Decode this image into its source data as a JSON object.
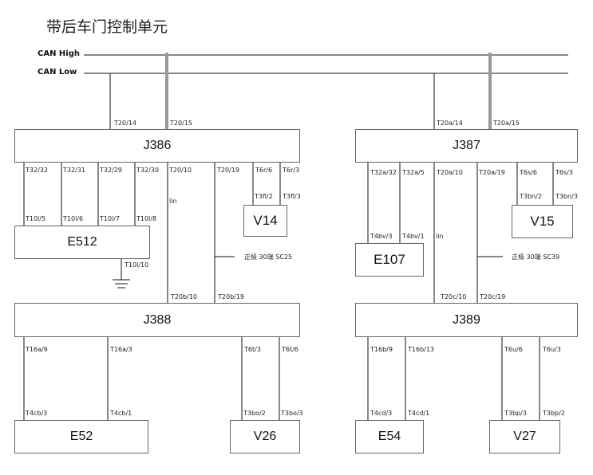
{
  "title": "带后车门控制单元",
  "bus": {
    "can_high": "CAN High",
    "can_low": "CAN Low"
  },
  "modules": {
    "j386": "J386",
    "j387": "J387",
    "j388": "J388",
    "j389": "J389",
    "e512": "E512",
    "v14": "V14",
    "e107": "E107",
    "v15": "V15",
    "e52": "E52",
    "v26": "V26",
    "e54": "E54",
    "v27": "V27"
  },
  "pins": {
    "t20_14": "T20/14",
    "t20_15": "T20/15",
    "t20a_14": "T20a/14",
    "t20a_15": "T20a/15",
    "t32_32": "T32/32",
    "t32_31": "T32/31",
    "t32_29": "T32/29",
    "t32_30": "T32/30",
    "t20_10": "T20/10",
    "t20_19": "T20/19",
    "t6r_6": "T6r/6",
    "t6r_3": "T6r/3",
    "t3fl_2": "T3fl/2",
    "t3fl_3": "T3fl/3",
    "t10l_5": "T10l/5",
    "t10l_6": "T10l/6",
    "t10l_7": "T10l/7",
    "t10l_8": "T10l/8",
    "t10l_10": "T10l/10",
    "t20b_10": "T20b/10",
    "t20b_19": "T20b/19",
    "t32a_32": "T32a/32",
    "t32a_5": "T32a/5",
    "t20a_10": "T20a/10",
    "t20a_19": "T20a/19",
    "t6s_6": "T6s/6",
    "t6s_3": "T6s/3",
    "t3bn_2": "T3bn/2",
    "t3bn_3": "T3bn/3",
    "t4bv_3": "T4bv/3",
    "t4bv_1": "T4bv/1",
    "t20c_10": "T20c/10",
    "t20c_19": "T20c/19",
    "t16a_9": "T16a/9",
    "t16a_3": "T16a/3",
    "t6t_3": "T6t/3",
    "t6t_6": "T6t/6",
    "t4cb_3": "T4cb/3",
    "t4cb_1": "T4cb/1",
    "t3bo_2": "T3bo/2",
    "t3bo_3": "T3bo/3",
    "t16b_9": "T16b/9",
    "t16b_13": "T16b/13",
    "t6u_6": "T6u/6",
    "t6u_3": "T6u/3",
    "t4cd_3": "T4cd/3",
    "t4cd_1": "T4cd/1",
    "t3bp_3": "T3bp/3",
    "t3bp_2": "T3bp/2"
  },
  "notes": {
    "lin_left": "lin",
    "lin_right": "lin",
    "pos_sc25": "正极 30端 SC25",
    "pos_sc39": "正极 30端 SC39"
  }
}
